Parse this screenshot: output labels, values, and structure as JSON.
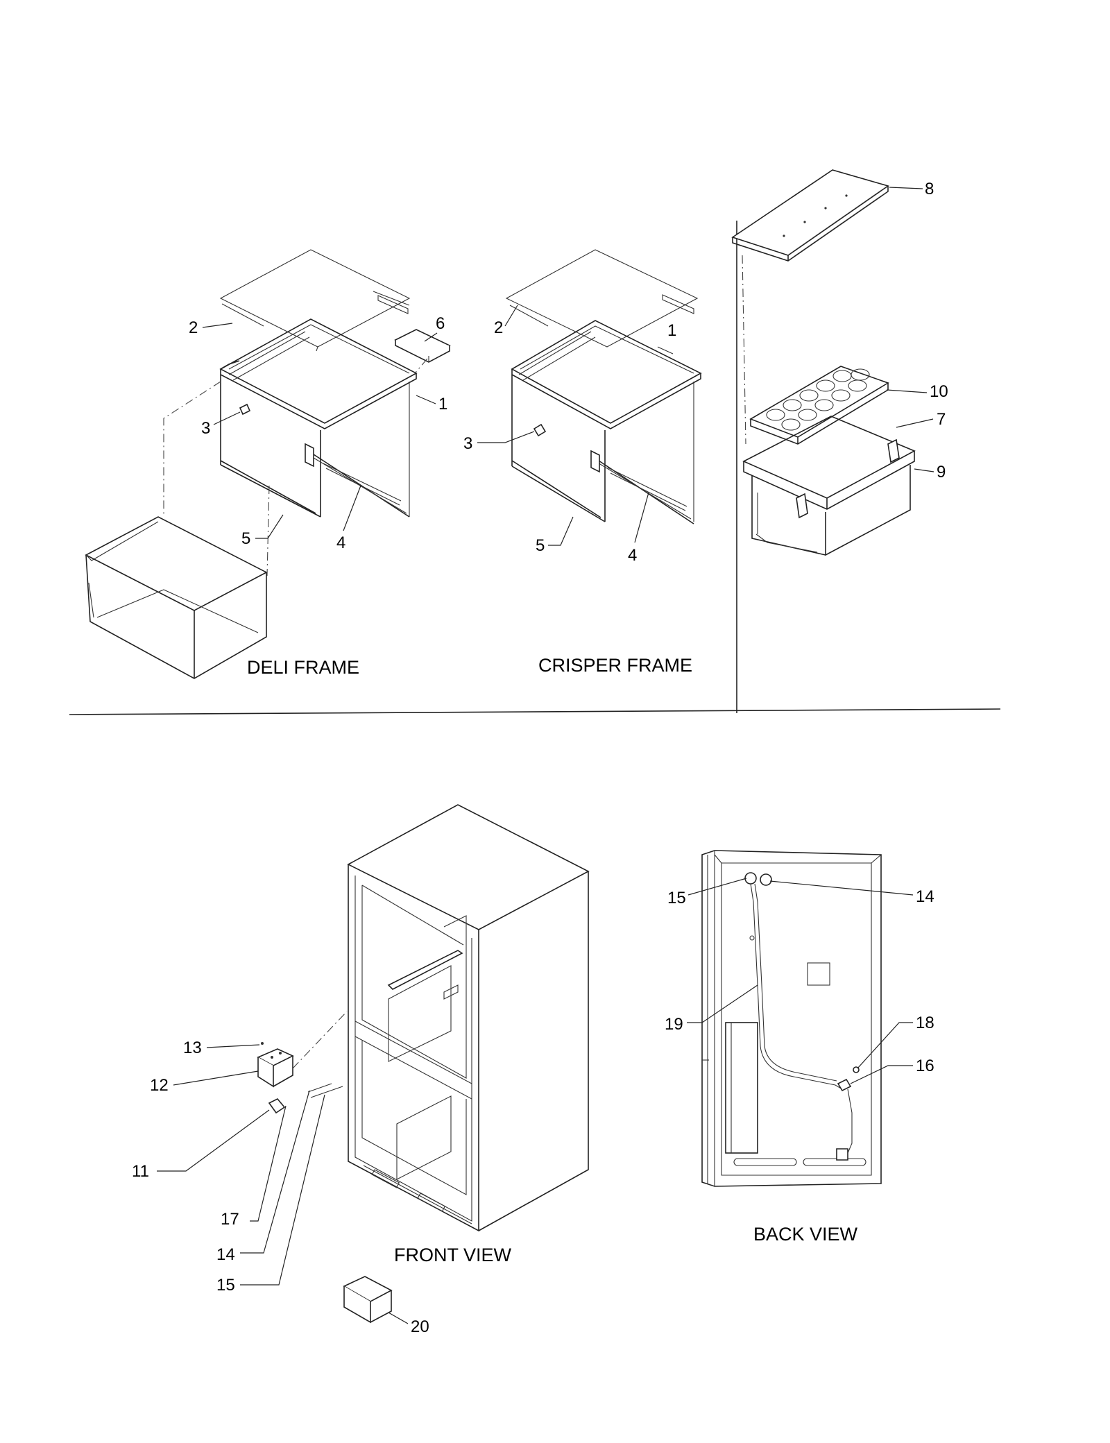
{
  "captions": {
    "deli_frame": "DELI FRAME",
    "crisper_frame": "CRISPER FRAME",
    "front_view": "FRONT VIEW",
    "back_view": "BACK VIEW"
  },
  "callouts": {
    "deli": {
      "c1": "1",
      "c2": "2",
      "c3": "3",
      "c4": "4",
      "c5": "5",
      "c6": "6"
    },
    "crisper": {
      "c1": "1",
      "c2": "2",
      "c3": "3",
      "c4": "4",
      "c5": "5"
    },
    "egg": {
      "c7": "7",
      "c8": "8",
      "c9": "9",
      "c10": "10"
    },
    "front": {
      "c11": "11",
      "c12": "12",
      "c13": "13",
      "c14": "14",
      "c15": "15",
      "c17": "17",
      "c20": "20"
    },
    "back": {
      "c14": "14",
      "c15": "15",
      "c16": "16",
      "c18": "18",
      "c19": "19"
    }
  }
}
